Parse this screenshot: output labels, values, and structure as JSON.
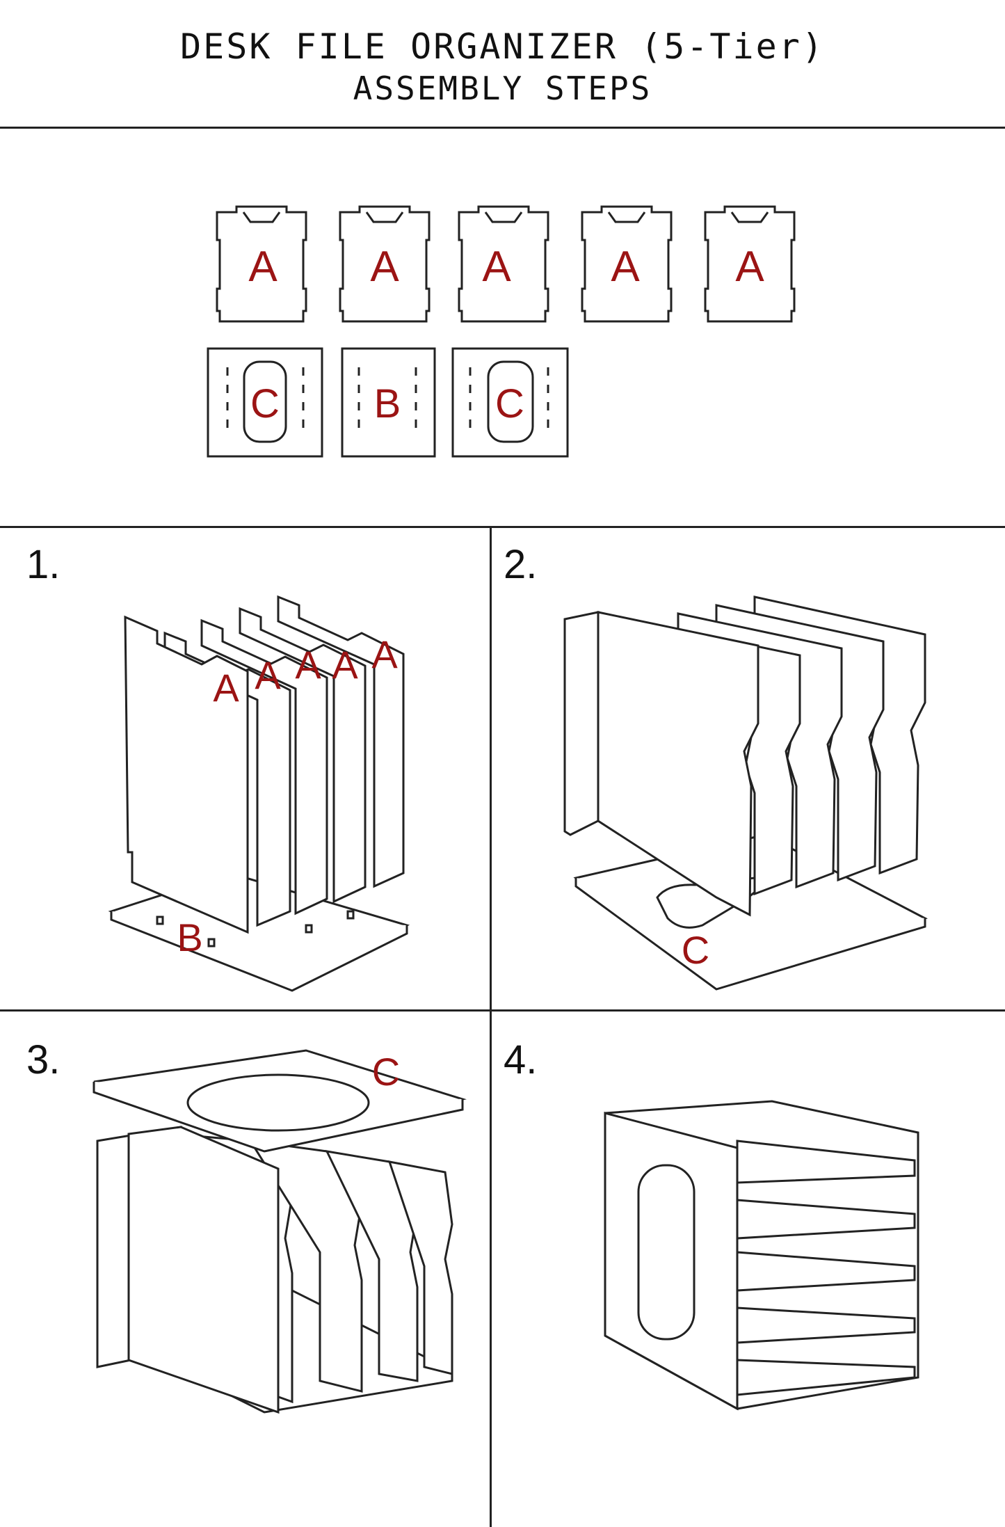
{
  "header": {
    "title": "DESK FILE ORGANIZER (5-Tier)",
    "subtitle": "ASSEMBLY STEPS"
  },
  "parts": {
    "side_panels": [
      "A",
      "A",
      "A",
      "A",
      "A"
    ],
    "base_panels": [
      "C",
      "B",
      "C"
    ]
  },
  "steps": [
    {
      "number": "1.",
      "labels": [
        "A",
        "A",
        "A",
        "A",
        "A",
        "B"
      ]
    },
    {
      "number": "2.",
      "labels": [
        "C"
      ]
    },
    {
      "number": "3.",
      "labels": [
        "C"
      ]
    },
    {
      "number": "4.",
      "labels": []
    }
  ],
  "colors": {
    "label": "#9b1414",
    "line": "#222222"
  }
}
